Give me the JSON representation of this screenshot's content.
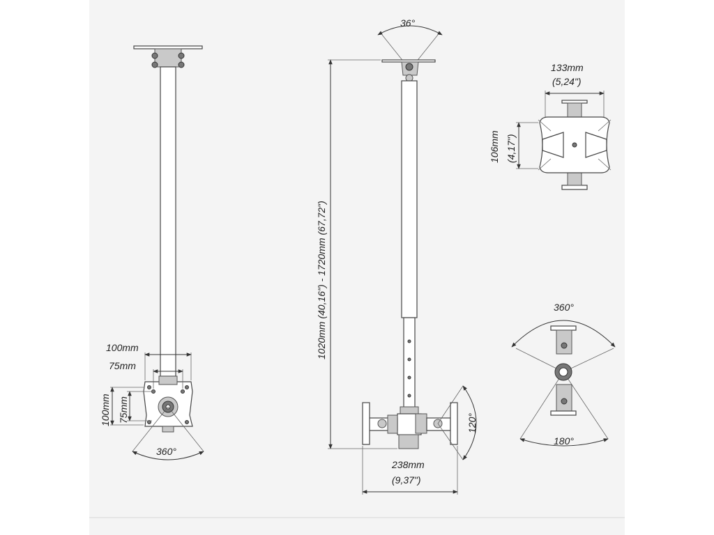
{
  "drawing": {
    "left_view": {
      "width_outer": "100mm",
      "width_inner": "75mm",
      "height_outer": "100mm",
      "height_inner": "75mm",
      "rotation": "360°"
    },
    "center_view": {
      "tilt_top": "36°",
      "length": "1020mm (40,16\") - 1720mm (67,72\")",
      "tilt_side": "120°",
      "depth_mm": "238mm",
      "depth_in": "(9,37\")"
    },
    "top_right_view": {
      "width_mm": "133mm",
      "width_in": "(5,24\")",
      "height_mm": "106mm",
      "height_in": "(4,17\")"
    },
    "bottom_right_view": {
      "rotation": "360°",
      "swivel": "180°"
    }
  }
}
